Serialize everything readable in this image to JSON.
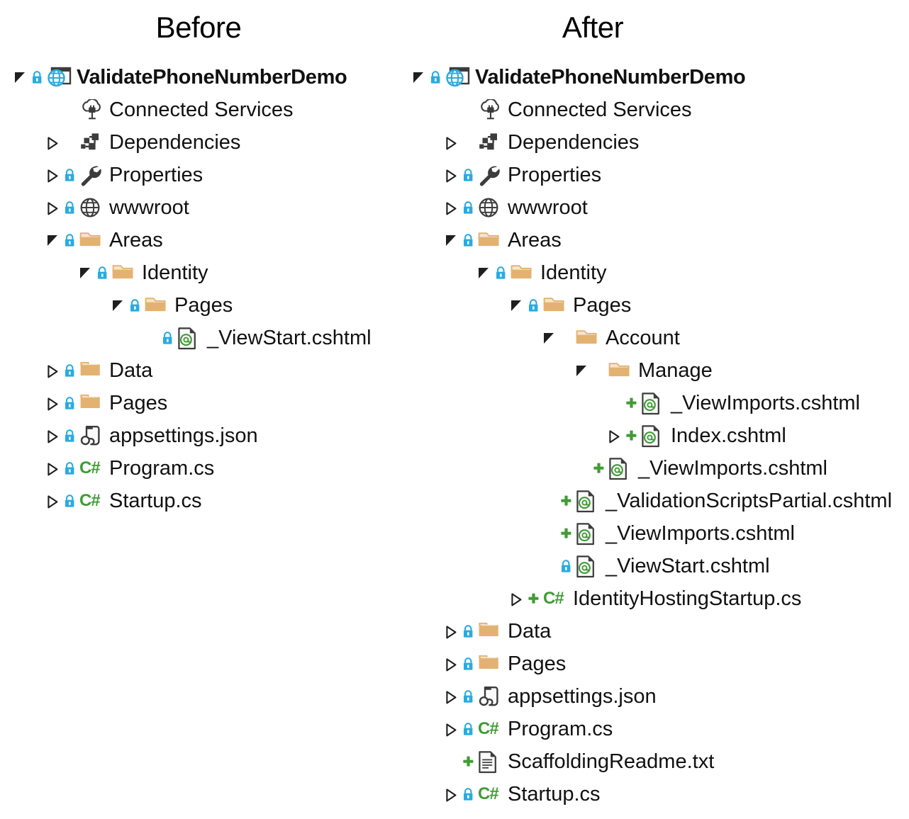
{
  "columns": [
    {
      "id": "before",
      "title": "Before",
      "nodes": [
        {
          "label": "ValidatePhoneNumberDemo",
          "depth": 0,
          "expander": "expanded",
          "badge": "lock",
          "icon": "web-project-icon",
          "bold": true
        },
        {
          "label": "Connected Services",
          "depth": 1,
          "expander": "none",
          "badge": "none",
          "icon": "connected-services-icon",
          "bold": false
        },
        {
          "label": "Dependencies",
          "depth": 1,
          "expander": "collapsed",
          "badge": "none",
          "icon": "dependencies-icon",
          "bold": false
        },
        {
          "label": "Properties",
          "depth": 1,
          "expander": "collapsed",
          "badge": "lock",
          "icon": "wrench-icon",
          "bold": false
        },
        {
          "label": "wwwroot",
          "depth": 1,
          "expander": "collapsed",
          "badge": "lock",
          "icon": "globe-icon",
          "bold": false
        },
        {
          "label": "Areas",
          "depth": 1,
          "expander": "expanded",
          "badge": "lock",
          "icon": "folder-open-icon",
          "bold": false
        },
        {
          "label": "Identity",
          "depth": 2,
          "expander": "expanded",
          "badge": "lock",
          "icon": "folder-open-icon",
          "bold": false
        },
        {
          "label": "Pages",
          "depth": 3,
          "expander": "expanded",
          "badge": "lock",
          "icon": "folder-open-icon",
          "bold": false
        },
        {
          "label": "_ViewStart.cshtml",
          "depth": 4,
          "expander": "none",
          "badge": "lock",
          "icon": "razor-page-icon",
          "bold": false
        },
        {
          "label": "Data",
          "depth": 1,
          "expander": "collapsed",
          "badge": "lock",
          "icon": "folder-closed-icon",
          "bold": false
        },
        {
          "label": "Pages",
          "depth": 1,
          "expander": "collapsed",
          "badge": "lock",
          "icon": "folder-closed-icon",
          "bold": false
        },
        {
          "label": "appsettings.json",
          "depth": 1,
          "expander": "collapsed",
          "badge": "lock",
          "icon": "json-icon",
          "bold": false
        },
        {
          "label": "Program.cs",
          "depth": 1,
          "expander": "collapsed",
          "badge": "lock",
          "icon": "csharp-icon",
          "bold": false
        },
        {
          "label": "Startup.cs",
          "depth": 1,
          "expander": "collapsed",
          "badge": "lock",
          "icon": "csharp-icon",
          "bold": false
        }
      ]
    },
    {
      "id": "after",
      "title": "After",
      "nodes": [
        {
          "label": "ValidatePhoneNumberDemo",
          "depth": 0,
          "expander": "expanded",
          "badge": "lock",
          "icon": "web-project-icon",
          "bold": true
        },
        {
          "label": "Connected Services",
          "depth": 1,
          "expander": "none",
          "badge": "none",
          "icon": "connected-services-icon",
          "bold": false
        },
        {
          "label": "Dependencies",
          "depth": 1,
          "expander": "collapsed",
          "badge": "none",
          "icon": "dependencies-icon",
          "bold": false
        },
        {
          "label": "Properties",
          "depth": 1,
          "expander": "collapsed",
          "badge": "lock",
          "icon": "wrench-icon",
          "bold": false
        },
        {
          "label": "wwwroot",
          "depth": 1,
          "expander": "collapsed",
          "badge": "lock",
          "icon": "globe-icon",
          "bold": false
        },
        {
          "label": "Areas",
          "depth": 1,
          "expander": "expanded",
          "badge": "lock",
          "icon": "folder-open-icon",
          "bold": false
        },
        {
          "label": "Identity",
          "depth": 2,
          "expander": "expanded",
          "badge": "lock",
          "icon": "folder-open-icon",
          "bold": false
        },
        {
          "label": "Pages",
          "depth": 3,
          "expander": "expanded",
          "badge": "lock",
          "icon": "folder-open-icon",
          "bold": false
        },
        {
          "label": "Account",
          "depth": 4,
          "expander": "expanded",
          "badge": "none",
          "icon": "folder-open-icon",
          "bold": false
        },
        {
          "label": "Manage",
          "depth": 5,
          "expander": "expanded",
          "badge": "none",
          "icon": "folder-open-icon",
          "bold": false
        },
        {
          "label": "_ViewImports.cshtml",
          "depth": 6,
          "expander": "none",
          "badge": "plus",
          "icon": "razor-page-icon",
          "bold": false
        },
        {
          "label": "Index.cshtml",
          "depth": 6,
          "expander": "collapsed",
          "badge": "plus",
          "icon": "razor-page-icon",
          "bold": false
        },
        {
          "label": "_ViewImports.cshtml",
          "depth": 5,
          "expander": "none",
          "badge": "plus",
          "icon": "razor-page-icon",
          "bold": false
        },
        {
          "label": "_ValidationScriptsPartial.cshtml",
          "depth": 4,
          "expander": "none",
          "badge": "plus",
          "icon": "razor-page-icon",
          "bold": false
        },
        {
          "label": "_ViewImports.cshtml",
          "depth": 4,
          "expander": "none",
          "badge": "plus",
          "icon": "razor-page-icon",
          "bold": false
        },
        {
          "label": "_ViewStart.cshtml",
          "depth": 4,
          "expander": "none",
          "badge": "lock",
          "icon": "razor-page-icon",
          "bold": false
        },
        {
          "label": "IdentityHostingStartup.cs",
          "depth": 3,
          "expander": "collapsed",
          "badge": "plus",
          "icon": "csharp-icon",
          "bold": false
        },
        {
          "label": "Data",
          "depth": 1,
          "expander": "collapsed",
          "badge": "lock",
          "icon": "folder-closed-icon",
          "bold": false
        },
        {
          "label": "Pages",
          "depth": 1,
          "expander": "collapsed",
          "badge": "lock",
          "icon": "folder-closed-icon",
          "bold": false
        },
        {
          "label": "appsettings.json",
          "depth": 1,
          "expander": "collapsed",
          "badge": "lock",
          "icon": "json-icon",
          "bold": false
        },
        {
          "label": "Program.cs",
          "depth": 1,
          "expander": "collapsed",
          "badge": "lock",
          "icon": "csharp-icon",
          "bold": false
        },
        {
          "label": "ScaffoldingReadme.txt",
          "depth": 1,
          "expander": "none",
          "badge": "plus",
          "icon": "text-file-icon",
          "bold": false
        },
        {
          "label": "Startup.cs",
          "depth": 1,
          "expander": "collapsed",
          "badge": "lock",
          "icon": "csharp-icon",
          "bold": false
        }
      ]
    }
  ],
  "colors": {
    "lock_blue": "#29ABE2",
    "plus_green": "#3f9c35",
    "csharp_green": "#3f9c35",
    "folder_tan": "#E3B272",
    "folder_light": "#F6E5CC",
    "icon_dark": "#3C3C3C",
    "text": "#111111",
    "background": "#FFFFFF"
  }
}
